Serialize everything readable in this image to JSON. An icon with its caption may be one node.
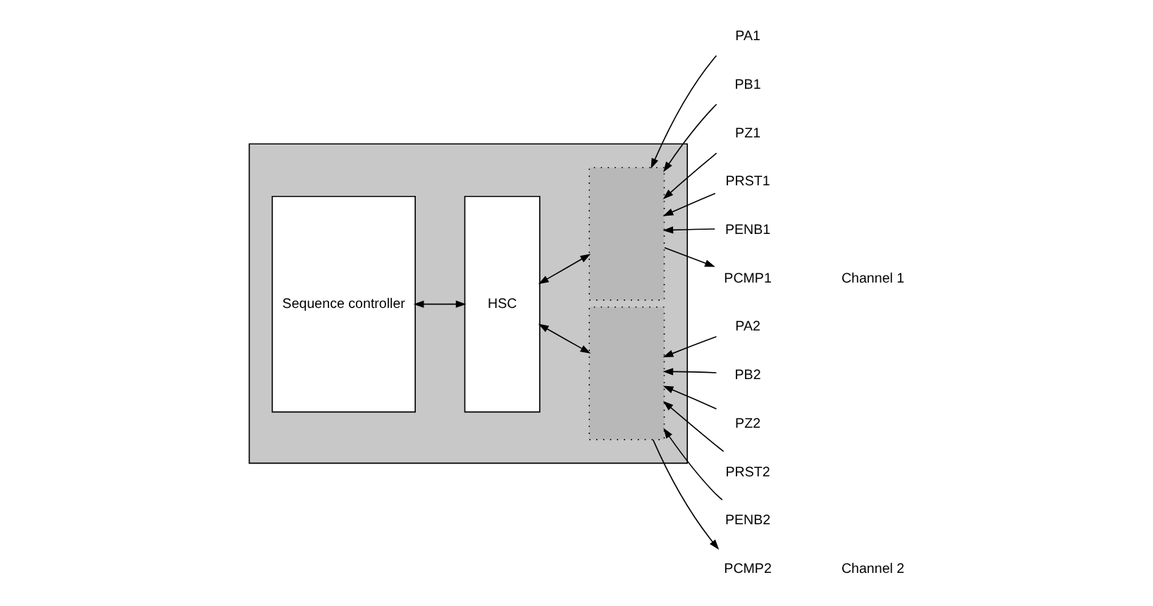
{
  "diagram": {
    "nodes": [
      {
        "text": [],
        "shape": "box"
      },
      {
        "text": [
          "Sequence controller"
        ],
        "in": 0
      },
      {
        "text": [
          "HSC"
        ],
        "in": 0
      },
      {
        "text": [],
        "shape": "box",
        "in": 0
      },
      {
        "text": [],
        "shape": "box",
        "in": 0
      },
      {
        "text": [
          "PA1"
        ]
      },
      {
        "text": [
          "PB1"
        ]
      },
      {
        "text": [
          "PZ1"
        ]
      },
      {
        "text": [
          "PRST1"
        ]
      },
      {
        "text": [
          "PENB1"
        ]
      },
      {
        "text": [
          "PCMP1"
        ]
      },
      {
        "text": [
          "PA2"
        ]
      },
      {
        "text": [
          "PB2"
        ]
      },
      {
        "text": [
          "PZ2"
        ]
      },
      {
        "text": [
          "PRST2"
        ]
      },
      {
        "text": [
          "PENB2"
        ]
      },
      {
        "text": [
          "PCMP2"
        ]
      }
    ],
    "edges": [
      {
        "from": 1,
        "to": 2,
        "arrow": "both"
      },
      {
        "from": 2,
        "to": 3,
        "arrow": "both"
      },
      {
        "from": 2,
        "to": 4,
        "arrow": "both"
      },
      {
        "from": 5,
        "to": 3,
        "arrow": "to"
      },
      {
        "from": 6,
        "to": 3,
        "arrow": "to"
      },
      {
        "from": 7,
        "to": 3,
        "arrow": "to"
      },
      {
        "from": 8,
        "to": 3,
        "arrow": "to"
      },
      {
        "from": 9,
        "to": 3,
        "arrow": "to"
      },
      {
        "from": 3,
        "to": 10,
        "arrow": "to"
      },
      {
        "from": 11,
        "to": 4,
        "arrow": "to"
      },
      {
        "from": 12,
        "to": 4,
        "arrow": "to"
      },
      {
        "from": 13,
        "to": 4,
        "arrow": "to"
      },
      {
        "from": 14,
        "to": 4,
        "arrow": "to"
      },
      {
        "from": 15,
        "to": 4,
        "arrow": "to"
      },
      {
        "from": 4,
        "to": 16,
        "arrow": "to"
      }
    ],
    "labels": [
      "Channel 1",
      "Channel 2"
    ]
  }
}
